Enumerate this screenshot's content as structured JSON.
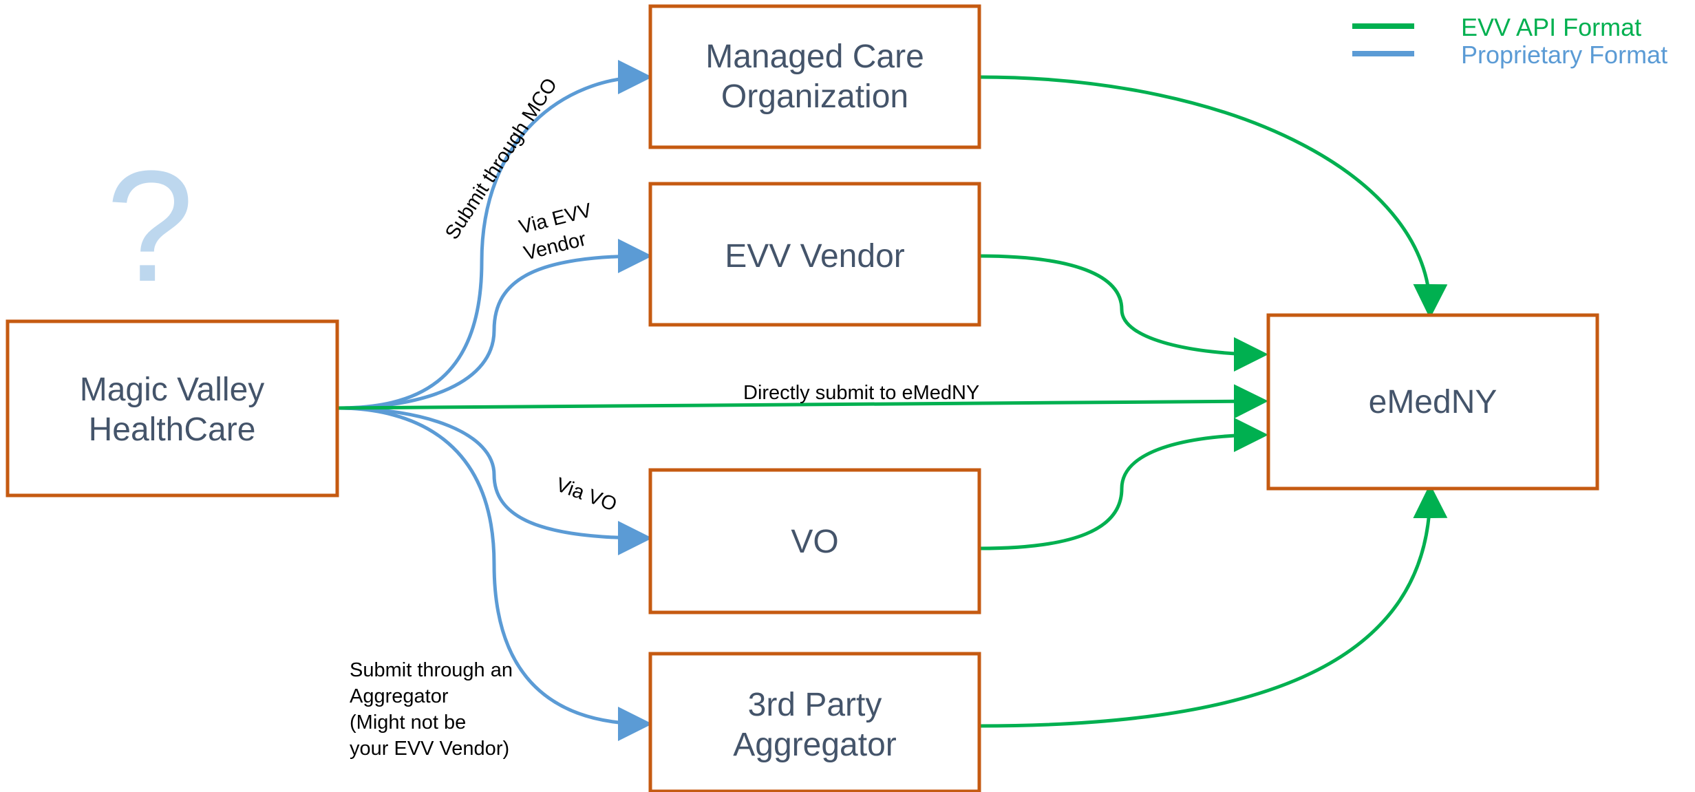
{
  "colors": {
    "box_border": "#c55a11",
    "box_text": "#44546a",
    "evv_api": "#00b050",
    "proprietary": "#5b9bd5",
    "question_mark": "#bdd7ee"
  },
  "legend": {
    "evv_api_label": "EVV API Format",
    "proprietary_label": "Proprietary Format"
  },
  "question_mark": "?",
  "nodes": {
    "provider": {
      "line1": "Magic Valley",
      "line2": "HealthCare"
    },
    "mco": {
      "line1": "Managed Care",
      "line2": "Organization"
    },
    "evv_vendor": {
      "line1": "EVV Vendor"
    },
    "vo": {
      "line1": "VO"
    },
    "aggregator": {
      "line1": "3rd Party",
      "line2": "Aggregator"
    },
    "emedny": {
      "line1": "eMedNY"
    }
  },
  "edges": {
    "to_mco": "Submit through MCO",
    "to_evv_line1": "Via EVV",
    "to_evv_line2": "Vendor",
    "direct": "Directly submit to eMedNY",
    "to_vo": "Via  VO",
    "to_aggregator_line1": "Submit through an",
    "to_aggregator_line2": "Aggregator",
    "to_aggregator_line3": "(Might  not be",
    "to_aggregator_line4": "your EVV Vendor)"
  }
}
